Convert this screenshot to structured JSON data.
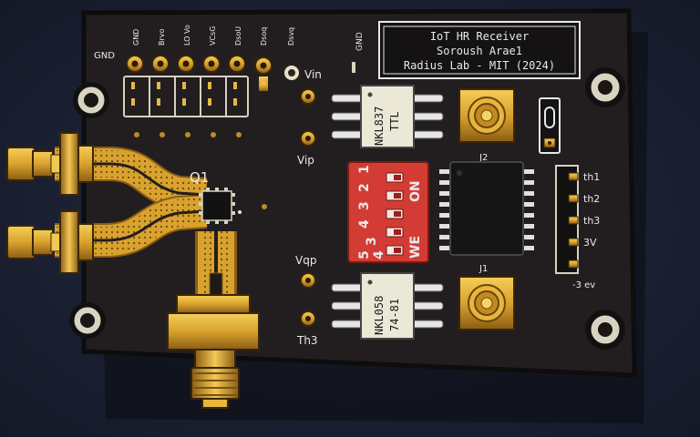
{
  "board": {
    "title_lines": [
      "IoT HR Receiver",
      "Soroush Arae1",
      "Radius Lab - MIT (2024)"
    ],
    "header_labels": [
      "GND",
      "GND",
      "Brvo",
      "LO Vo",
      "VCsG",
      "DsoU",
      "Dsoq",
      "Dsvq"
    ],
    "component_q1": "Q1",
    "power_labels": {
      "vin": "Vin",
      "vip": "Vip",
      "vqp": "Vqp",
      "th3": "Th3"
    },
    "ic_top": {
      "line1": "NKL837",
      "line2": "TTL"
    },
    "ic_bottom": {
      "line1": "NKL058",
      "line2": "74-81"
    },
    "dip_switch": {
      "numbers_top": [
        "4",
        "3",
        "2",
        "1"
      ],
      "on_label": "ON",
      "numbers_bottom": [
        "5",
        "4",
        "3"
      ],
      "we_label": "WE"
    },
    "connector_j2": "J2",
    "connector_j1": "J1",
    "right_header": [
      "th1",
      "th2",
      "th3",
      "3V",
      "-3 ev"
    ]
  },
  "colors": {
    "pcb": "#211d1e",
    "gold": "#d9a22e",
    "gold_dark": "#8b5d14",
    "dip_red": "#d23c34",
    "silk": "#e9e9e9"
  }
}
